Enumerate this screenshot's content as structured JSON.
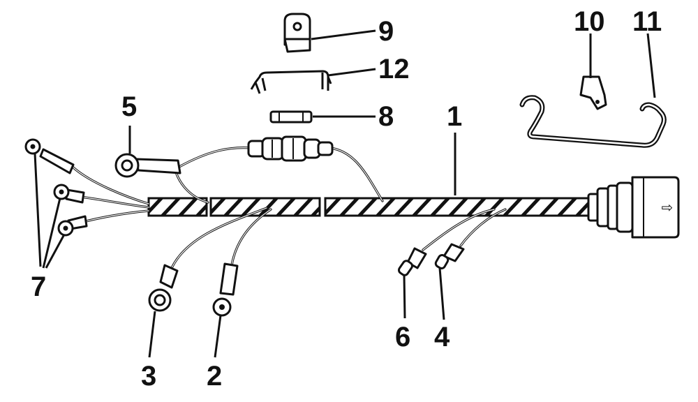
{
  "diagram": {
    "callouts": [
      {
        "id": "1",
        "label": "1"
      },
      {
        "id": "2",
        "label": "2"
      },
      {
        "id": "3",
        "label": "3"
      },
      {
        "id": "4",
        "label": "4"
      },
      {
        "id": "5",
        "label": "5"
      },
      {
        "id": "6",
        "label": "6"
      },
      {
        "id": "7",
        "label": "7"
      },
      {
        "id": "8",
        "label": "8"
      },
      {
        "id": "9",
        "label": "9"
      },
      {
        "id": "10",
        "label": "10"
      },
      {
        "id": "11",
        "label": "11"
      },
      {
        "id": "12",
        "label": "12"
      }
    ],
    "connector_arrow": "⇨"
  }
}
